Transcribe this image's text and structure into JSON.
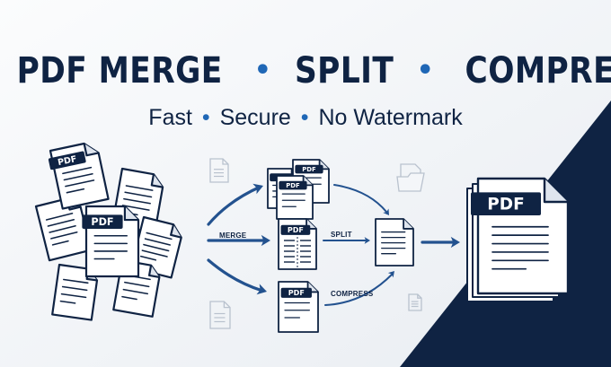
{
  "title": {
    "part1": "PDF MERGE",
    "part2": "SPLIT",
    "part3": "COMPRESS",
    "separator": "•"
  },
  "subtitle": {
    "part1": "Fast",
    "part2": "Secure",
    "part3": "No Watermark",
    "separator": "•"
  },
  "flow": {
    "merge": "MERGE",
    "split": "SPLIT",
    "compress": "COMPRESS"
  },
  "badge_text": "PDF",
  "colors": {
    "navy": "#0f2343",
    "accent_blue": "#1f67b6",
    "arrow_blue": "#23528f",
    "background": "#f4f6f9",
    "page_fill": "#ffffff",
    "faint_icon": "#b9c2ce"
  },
  "icons": {
    "faint_documents": "document-icon",
    "folder": "folder-icon"
  }
}
